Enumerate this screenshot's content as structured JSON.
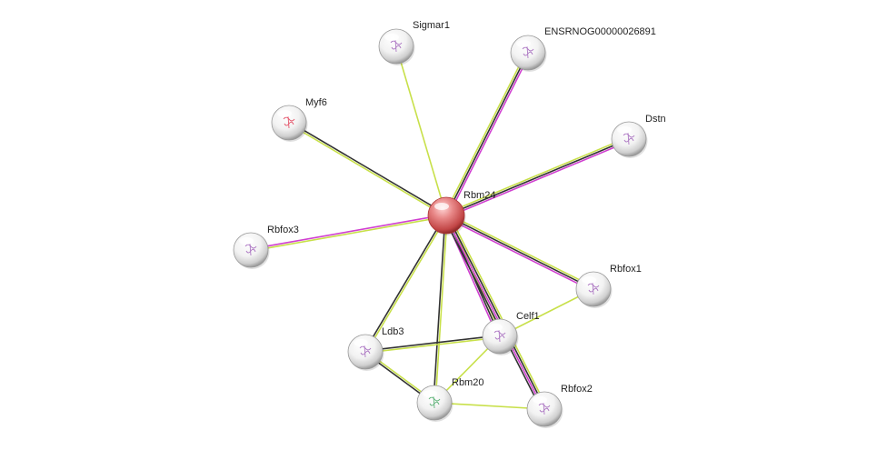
{
  "network": {
    "center_node": "Rbm24",
    "nodes": [
      {
        "id": "Rbm24",
        "label": "Rbm24",
        "highlight": true,
        "glyph_color": "#c0392b"
      },
      {
        "id": "Sigmar1",
        "label": "Sigmar1",
        "highlight": false,
        "glyph_color": "#9b59b6"
      },
      {
        "id": "ENSRNOG00000026891",
        "label": "ENSRNOG00000026891",
        "highlight": false,
        "glyph_color": "#9b59b6"
      },
      {
        "id": "Myf6",
        "label": "Myf6",
        "highlight": false,
        "glyph_color": "#e0304a"
      },
      {
        "id": "Dstn",
        "label": "Dstn",
        "highlight": false,
        "glyph_color": "#9b59b6"
      },
      {
        "id": "Rbfox3",
        "label": "Rbfox3",
        "highlight": false,
        "glyph_color": "#9b59b6"
      },
      {
        "id": "Rbfox1",
        "label": "Rbfox1",
        "highlight": false,
        "glyph_color": "#9b59b6"
      },
      {
        "id": "Celf1",
        "label": "Celf1",
        "highlight": false,
        "glyph_color": "#9b59b6"
      },
      {
        "id": "Ldb3",
        "label": "Ldb3",
        "highlight": false,
        "glyph_color": "#9b59b6"
      },
      {
        "id": "Rbm20",
        "label": "Rbm20",
        "highlight": false,
        "glyph_color": "#3aa35a"
      },
      {
        "id": "Rbfox2",
        "label": "Rbfox2",
        "highlight": false,
        "glyph_color": "#9b59b6"
      }
    ],
    "edges": [
      {
        "source": "Rbm24",
        "target": "Sigmar1",
        "colors": [
          "#c8e04a"
        ]
      },
      {
        "source": "Rbm24",
        "target": "ENSRNOG00000026891",
        "colors": [
          "#c8e04a",
          "#333333",
          "#d040d0"
        ]
      },
      {
        "source": "Rbm24",
        "target": "Myf6",
        "colors": [
          "#c8e04a",
          "#333333"
        ]
      },
      {
        "source": "Rbm24",
        "target": "Dstn",
        "colors": [
          "#c8e04a",
          "#333333",
          "#d040d0"
        ]
      },
      {
        "source": "Rbm24",
        "target": "Rbfox3",
        "colors": [
          "#c8e04a",
          "#d040d0"
        ]
      },
      {
        "source": "Rbm24",
        "target": "Rbfox1",
        "colors": [
          "#c8e04a",
          "#333333",
          "#d040d0"
        ]
      },
      {
        "source": "Rbm24",
        "target": "Celf1",
        "colors": [
          "#c8e04a",
          "#333333",
          "#d040d0"
        ]
      },
      {
        "source": "Rbm24",
        "target": "Ldb3",
        "colors": [
          "#c8e04a",
          "#333333"
        ]
      },
      {
        "source": "Rbm24",
        "target": "Rbm20",
        "colors": [
          "#c8e04a",
          "#333333"
        ]
      },
      {
        "source": "Rbm24",
        "target": "Rbfox2",
        "colors": [
          "#c8e04a",
          "#333333",
          "#d040d0",
          "#333333"
        ]
      },
      {
        "source": "Celf1",
        "target": "Rbfox1",
        "colors": [
          "#c8e04a"
        ]
      },
      {
        "source": "Celf1",
        "target": "Ldb3",
        "colors": [
          "#c8e04a",
          "#333333"
        ]
      },
      {
        "source": "Celf1",
        "target": "Rbm20",
        "colors": [
          "#c8e04a"
        ]
      },
      {
        "source": "Ldb3",
        "target": "Rbm20",
        "colors": [
          "#c8e04a",
          "#333333"
        ]
      },
      {
        "source": "Rbm20",
        "target": "Rbfox2",
        "colors": [
          "#c8e04a"
        ]
      }
    ]
  }
}
